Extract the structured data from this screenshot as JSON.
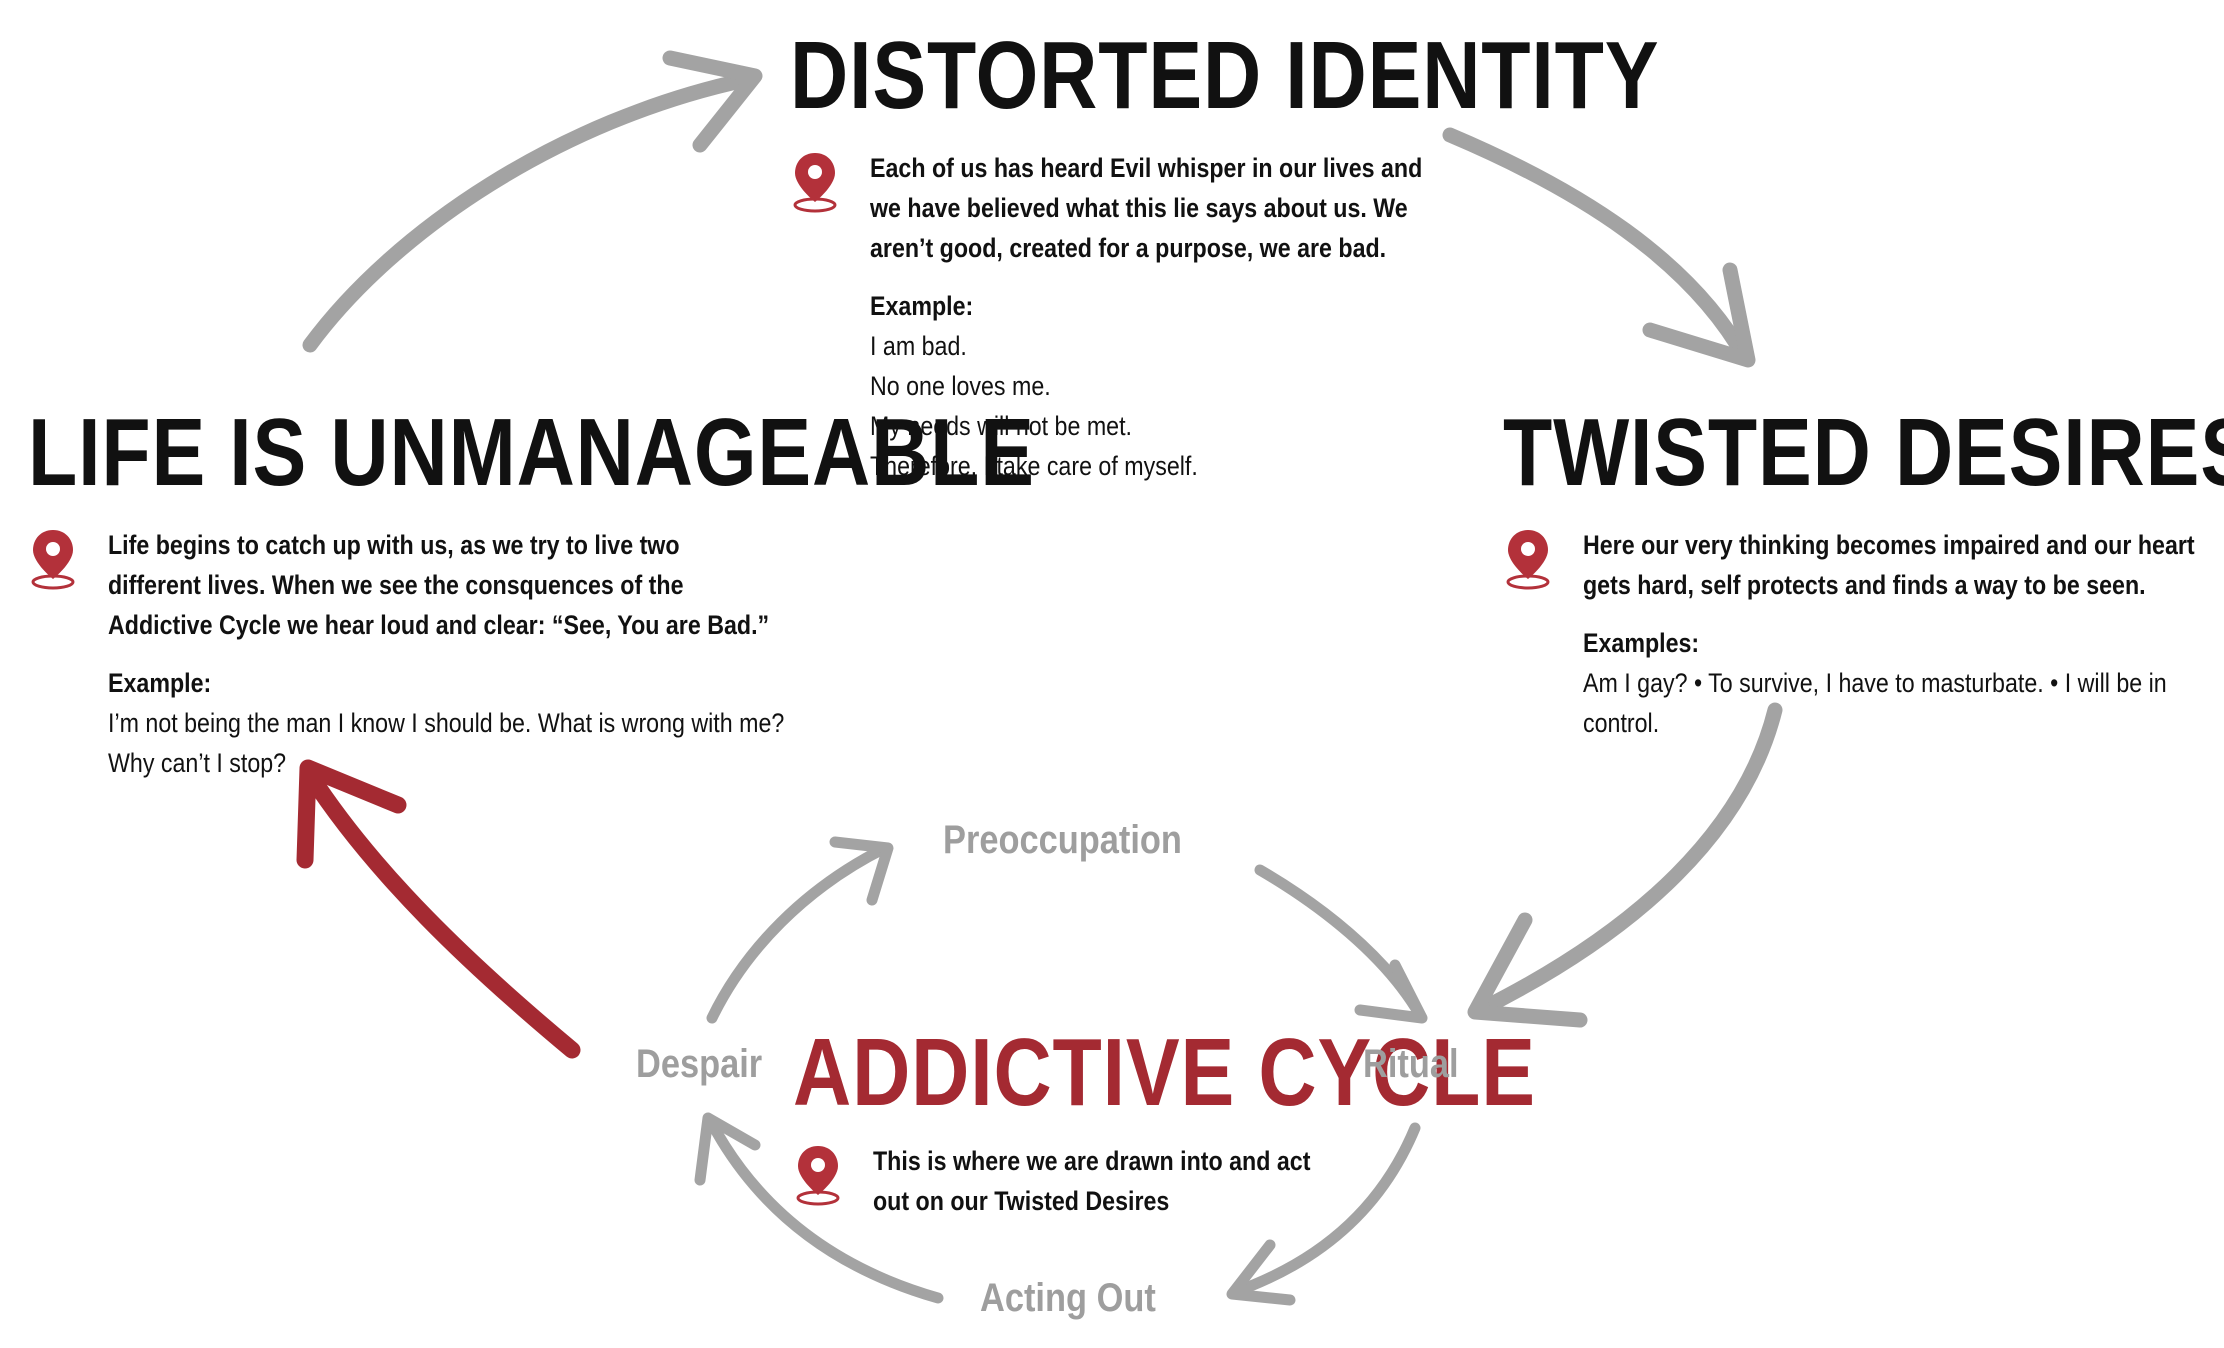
{
  "stages": {
    "distorted_identity": {
      "title": "Distorted Identity",
      "description": [
        "Each of us has heard Evil whisper in our lives and",
        "we have believed what this lie says about us. We",
        "aren’t good, created for a purpose, we are bad."
      ],
      "example_label": "Example:",
      "example_lines": [
        "I am bad.",
        "No one loves me.",
        "My needs will not be met.",
        "Therefore, I take care of myself."
      ]
    },
    "twisted_desires": {
      "title": "Twisted Desires",
      "description": [
        "Here our very thinking becomes impaired and our heart",
        "gets hard, self protects and finds a way to be seen."
      ],
      "example_label": "Examples:",
      "example_lines": [
        "Am I gay? •  To survive, I have to masturbate. •  I will be in",
        "control."
      ]
    },
    "life_unmanageable": {
      "title": "Life Is Unmanageable",
      "description": [
        "Life begins to catch up with us, as we try to live two",
        "different lives. When we see the consquences of the",
        "Addictive Cycle we hear loud and clear: “See, You are Bad.”"
      ],
      "example_label": "Example:",
      "example_lines": [
        "I’m not being the man I know I should be. What is wrong with me?",
        "Why can’t I stop?"
      ]
    },
    "addictive_cycle": {
      "title": "Addictive Cycle",
      "description": [
        "This is where we are drawn into and act",
        "out on our Twisted Desires"
      ]
    }
  },
  "cycle_steps": {
    "preoccupation": "Preoccupation",
    "ritual": "Ritual",
    "acting_out": "Acting Out",
    "despair": "Despair"
  },
  "colors": {
    "title_dark": "#111111",
    "accent_red": "#a42a32",
    "arrow_gray": "#a3a3a3",
    "step_gray": "#9e9e9e",
    "pin_red": "#b3313a"
  },
  "icons": {
    "location_pin": "location-pin-icon"
  }
}
